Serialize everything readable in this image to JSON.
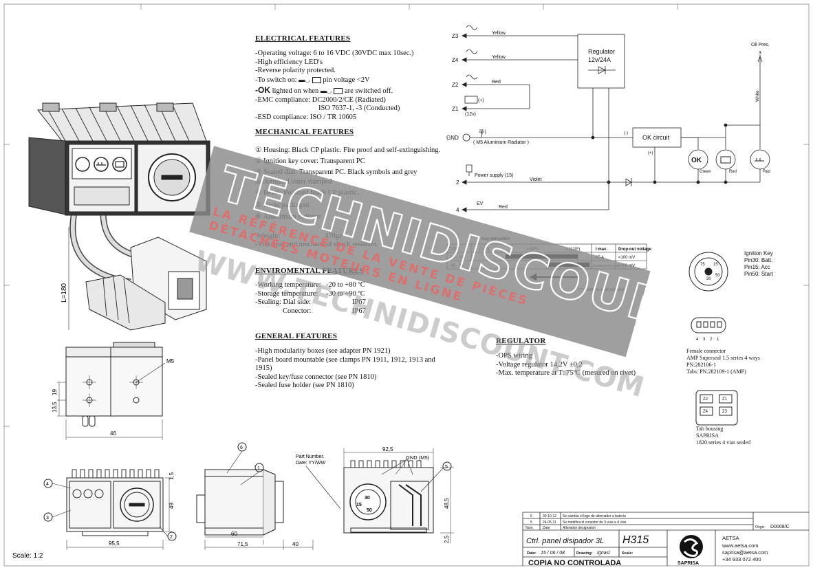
{
  "electrical": {
    "title": "ELECTRICAL FEATURES",
    "lines": [
      "-Operating voltage: 6 to 16 VDC   (30VDC max 10sec.)",
      "-High efficiency LED's",
      "-Reverse polarity protected.",
      "-To switch on:",
      "pin voltage <2V",
      "-OK",
      "lighted on when",
      "are switched off.",
      "-EMC compliance:     DC2000/2/CE  (Radiated)",
      "ISO 7637-1, -3 (Conducted)",
      "-ESD compliance:      ISO / TR 10605"
    ]
  },
  "mechanical": {
    "title": "MECHANICAL FEATURES",
    "items": [
      "① Housing: Black CP plastic. Fire proof and self-extinguishing.",
      "② Ignition key cover: Transparent PC",
      "③ Sealed dial: Transparent PC. Black symbols  and grey",
      "background inner stamped",
      "④ Bezel: Polished black CP plastic.",
      "⑤ Resin packaged",
      "⑥ Aluminium radiator"
    ],
    "weight_label": "-Weight:",
    "weight_value": "470gr",
    "vibration": "-Vibration and mechanical shock resistant."
  },
  "environmental": {
    "title": "ENVIROMENTAL FEATURES",
    "rows": [
      {
        "label": "-Working temperature:",
        "value": "-20 to +80 ºC"
      },
      {
        "label": "-Storage temperature:",
        "value": "-30 to +90 ºC"
      },
      {
        "label": "-Sealing: Dial side:",
        "value": "IP67"
      },
      {
        "label": "Conector:",
        "value": "IP67"
      }
    ]
  },
  "general": {
    "title": "GENERAL FEATURES",
    "lines": [
      "-High modularity boxes (see adapter PN 1921)",
      "-Panel board mountable (see clamps PN 1911, 1912, 1913 and",
      "1915)",
      "-Sealed key/fuse connector (see PN 1810)",
      "-Sealed fuse holder (see PN 1810)"
    ]
  },
  "regulator_spec": {
    "title": "REGULATOR",
    "lines": [
      "-OPS wiring",
      "-Voltage regulator 14,2V ±0,2",
      "-Max. temperature at T: 75ºC (mesured on rivet)"
    ]
  },
  "schematic": {
    "terminals": [
      "Z3",
      "Z4",
      "Z2",
      "Z1",
      "GND",
      "2",
      "4"
    ],
    "wire_yellow": "Yellow",
    "wire_red": "Red",
    "wire_violet": "Violet",
    "wire_white": "White",
    "regulator_title": "Regulator",
    "regulator_sub": "12v/24A",
    "ok_circuit": "OK circuit",
    "gnd_note": "( M5 Aluminium Radiator )",
    "z1_note": "(12v)",
    "plus": "(+)",
    "minus": "(-)",
    "power_supply": "Power supply (15)",
    "ev": "EV",
    "oil_pres": "Oil Pres.",
    "oil_pin": "3",
    "lamp_ok": "OK",
    "lamp_green": "Green",
    "lamp_red": "Red"
  },
  "key_table": {
    "title": "Key extraction",
    "headers": [
      "CONT.",
      "0 (0º)",
      "I (90º)",
      "II (120º)",
      "I max.",
      "Drop-out voltage"
    ],
    "rows": [
      {
        "cont": "30 - 15",
        "imax": "25 A",
        "drop": "<100 mV"
      },
      {
        "cont": "30 - 50",
        "imax": "12A/50A(max.1min)",
        "drop": "<150 mV"
      }
    ],
    "note": "With re-start lock-out"
  },
  "ignition_key": {
    "title": "Ignition Key",
    "pins": [
      "Pin30: Batt.",
      "Pin15: Acc",
      "Pin50: Start"
    ],
    "pin_labels": [
      "75",
      "15",
      "30",
      "50"
    ]
  },
  "female_connector": {
    "pins": [
      "4",
      "3",
      "2",
      "1"
    ],
    "lines": [
      "Female connector",
      "AMP Superseal 1.5 series 4 ways",
      "PN:282106-1",
      "Tabs: PN.282109-1 (AMP)"
    ]
  },
  "tab_housing": {
    "slots": [
      "Z2",
      "Z1",
      "Z4",
      "Z3"
    ],
    "lines": [
      "Tab housing",
      "SAPRISA",
      "1820 series 4 vias sealed"
    ]
  },
  "dims": {
    "l180": "L=180",
    "m5": "M5",
    "d19": "19",
    "d135": "13,5",
    "d46": "46",
    "d15": "1,5",
    "d49": "49",
    "d955": "95,5",
    "d60": "60",
    "d715": "71,5",
    "d40": "40",
    "d925": "92,5",
    "d485": "48,5",
    "d25": "2,5",
    "gnd_m5": "GND (M5)",
    "part_number": "Part Number.",
    "date_code": "Date: YY/WW",
    "callouts": [
      "1",
      "2",
      "3",
      "4",
      "5",
      "6"
    ],
    "dial_nums": [
      "30",
      "15",
      "50"
    ]
  },
  "scale": "Scale: 1:2",
  "title_block": {
    "revisions": [
      {
        "num": "6",
        "date": "30-10-12",
        "text": "Se cambia el logo de alternador a batería"
      },
      {
        "num": "5",
        "date": "24-05-11",
        "text": "Se modifica el conector de 3 vías a 4 vías"
      }
    ],
    "rev_headers": [
      "Num.",
      "Date",
      "Alteration designation"
    ],
    "origin_label": "Origin:",
    "origin_value": "D0008/C",
    "title": "Ctrl. panel disipador 3L",
    "code": "H315",
    "date_label": "Date:",
    "date_value": "15 / 06 / 08",
    "drawing_label": "Drawing:",
    "drawing_value": "Ignasi",
    "scale_label": "Scale:",
    "copy": "COPIA NO CONTROLADA",
    "logo": "SAPRISA",
    "company": [
      "AETSA",
      "www.aetsa.com",
      "saprisa@aetsa.com",
      "+34 933 072 400"
    ]
  },
  "watermark": {
    "brand": "TECHNIDISCOUNT",
    "tag1": "LA RÉFÉRENCE DE LA VENTE DE PIÈCES",
    "tag2": "DÉTACHÉES MOTEURS EN LIGNE",
    "url": "WWW.TECHNIDISCOUNT.COM"
  }
}
